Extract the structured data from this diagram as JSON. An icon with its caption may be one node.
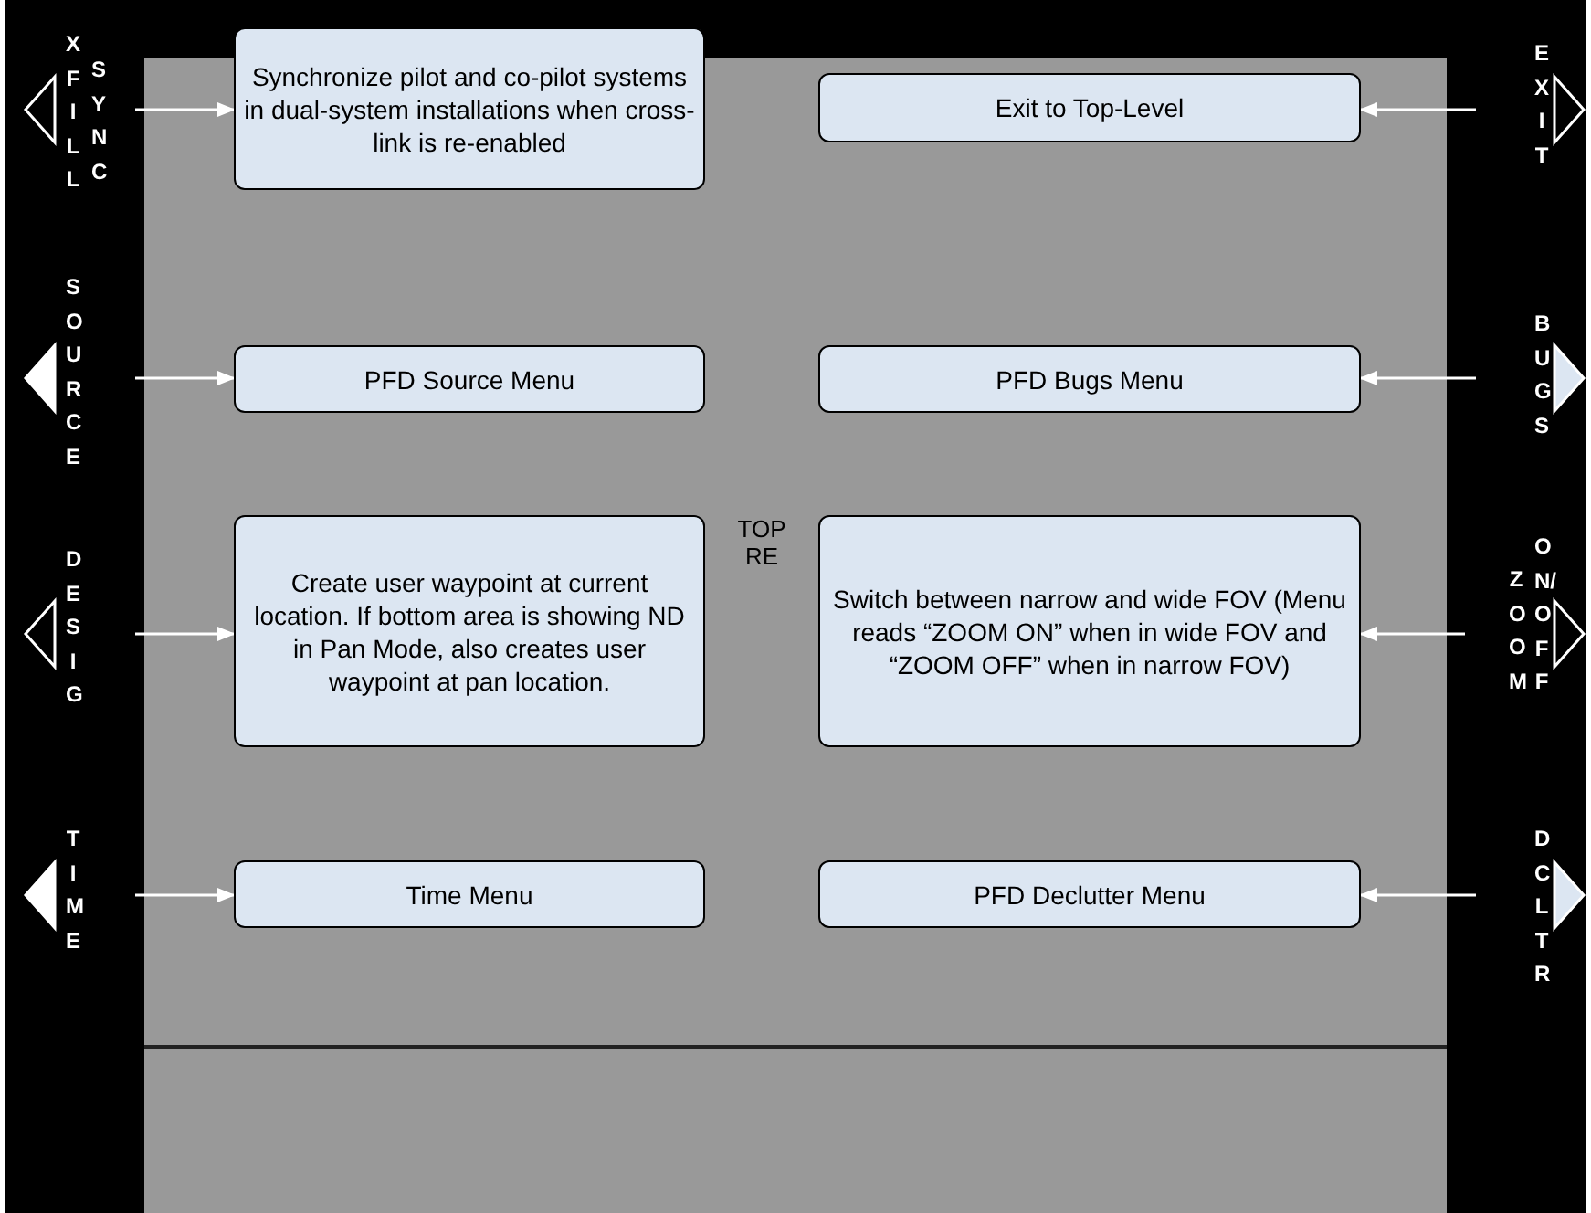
{
  "diagram": {
    "nodes": [
      {
        "text": [
          "XFILL",
          "SYNC"
        ]
      },
      {
        "text": [
          "Synchronize pilot and co-pilot systems in dual-system installations when cross-link is re-enabled"
        ]
      },
      {
        "text": [
          "Exit to Top-Level"
        ]
      },
      {
        "text": [
          "EXIT"
        ]
      },
      {
        "text": [
          "SOURCE"
        ]
      },
      {
        "text": [
          "PFD Source Menu"
        ]
      },
      {
        "text": [
          "PFD Bugs Menu"
        ]
      },
      {
        "text": [
          "BUGS"
        ]
      },
      {
        "text": [
          "DESIG"
        ]
      },
      {
        "text": [
          "Create user waypoint at current location. If bottom area is showing ND in Pan Mode, also creates user waypoint at pan location."
        ]
      },
      {
        "text": [
          "Switch between narrow and wide FOV (Menu reads “ZOOM ON” when in wide FOV and “ZOOM OFF” when in narrow FOV)"
        ]
      },
      {
        "text": [
          "ZOOM",
          "ON/OFF"
        ]
      },
      {
        "text": [
          "TIME"
        ]
      },
      {
        "text": [
          "Time Menu"
        ]
      },
      {
        "text": [
          "PFD Declutter Menu"
        ]
      },
      {
        "text": [
          "DCLTR"
        ]
      }
    ],
    "edges": [
      {
        "from": 0,
        "to": 1,
        "arrow": "to"
      },
      {
        "from": 3,
        "to": 2,
        "arrow": "to"
      },
      {
        "from": 4,
        "to": 5,
        "arrow": "to"
      },
      {
        "from": 7,
        "to": 6,
        "arrow": "to"
      },
      {
        "from": 8,
        "to": 9,
        "arrow": "to"
      },
      {
        "from": 11,
        "to": 10,
        "arrow": "to"
      },
      {
        "from": 12,
        "to": 13,
        "arrow": "to"
      },
      {
        "from": 15,
        "to": 14,
        "arrow": "to"
      }
    ],
    "labels": [
      "TOP",
      "RE"
    ]
  }
}
